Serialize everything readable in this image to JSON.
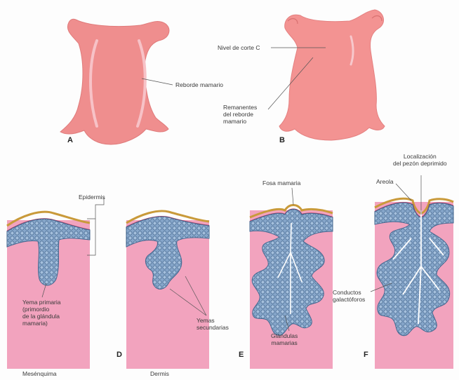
{
  "panels": {
    "a": "A",
    "b": "B",
    "d": "D",
    "e": "E",
    "f": "F"
  },
  "labels": {
    "reborde_mamario": "Reborde mamario",
    "nivel_corte": "Nivel de corte C",
    "remanentes": "Remanentes\ndel reborde\nmamario",
    "epidermis": "Epidermis",
    "yema_primaria": "Yema primaria\n(primordio\nde la glándula\nmamaria)",
    "mesenquima": "Mesénquima",
    "yemas_secundarias": "Yemas\nsecundarias",
    "dermis": "Dermis",
    "fosa_mamaria": "Fosa mamaria",
    "glandulas_mamarias": "Glándulas\nmamarias",
    "areola": "Areola",
    "localizacion_pezon": "Localización\ndel pezón deprimido",
    "conductos": "Conductos\ngalactóforos"
  },
  "colors": {
    "body": "#ef8e8e",
    "dermis": "#f2a3be",
    "epithelium": "#7f9fc6",
    "epithelium_dark": "#44678f",
    "basal_red": "#b0305a",
    "surface_gold": "#c99a3a"
  }
}
